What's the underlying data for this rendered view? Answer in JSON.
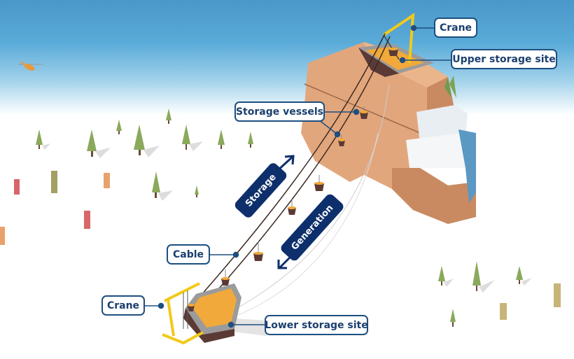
{
  "diagram": {
    "labels": {
      "crane_top": "Crane",
      "upper_storage_site": "Upper storage site",
      "storage_vessels": "Storage vessels",
      "cable": "Cable",
      "crane_bottom": "Crane",
      "lower_storage_site": "Lower storage site"
    },
    "flow": {
      "storage": "Storage",
      "generation": "Generation"
    },
    "colors": {
      "sky_top": "#4a97c9",
      "sky_mid": "#8ec8e8",
      "ground": "#ffffff",
      "rock": "#e2a67c",
      "rock_dark": "#c98a62",
      "label_border": "#1d4f80",
      "label_text": "#1b3f6e",
      "pill_bg": "#0d2f6b",
      "crane": "#f2c91a",
      "sand": "#f0a93a",
      "tree": "#8aa95b"
    }
  }
}
